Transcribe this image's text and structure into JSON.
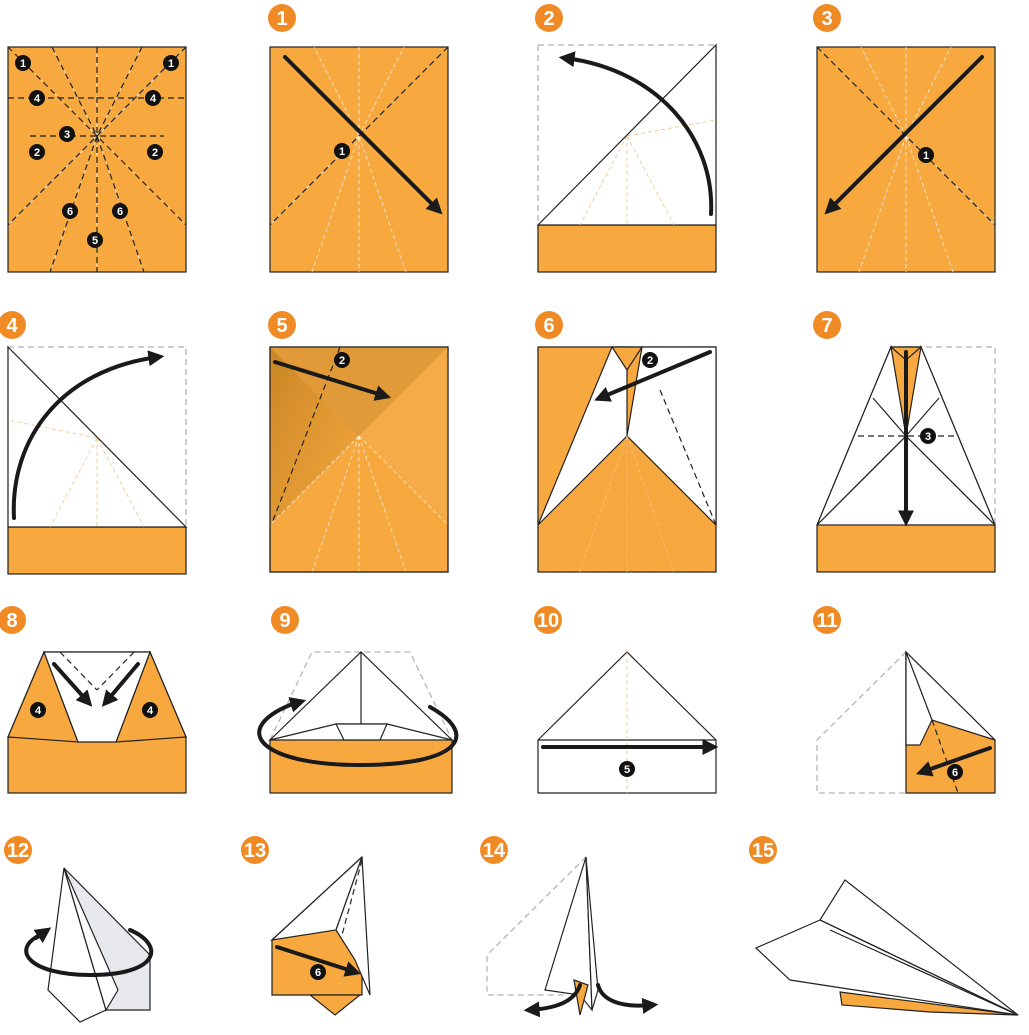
{
  "steps": [
    {
      "id": "0",
      "badge": ""
    },
    {
      "id": "1",
      "badge": "1"
    },
    {
      "id": "2",
      "badge": "2"
    },
    {
      "id": "3",
      "badge": "3"
    },
    {
      "id": "4",
      "badge": "4"
    },
    {
      "id": "5",
      "badge": "5"
    },
    {
      "id": "6",
      "badge": "6"
    },
    {
      "id": "7",
      "badge": "7"
    },
    {
      "id": "8",
      "badge": "8"
    },
    {
      "id": "9",
      "badge": "9"
    },
    {
      "id": "10",
      "badge": "10"
    },
    {
      "id": "11",
      "badge": "11"
    },
    {
      "id": "12",
      "badge": "12"
    },
    {
      "id": "13",
      "badge": "13"
    },
    {
      "id": "14",
      "badge": "14"
    },
    {
      "id": "15",
      "badge": "15"
    }
  ],
  "crease_refs": {
    "r1": "1",
    "r2": "2",
    "r3": "3",
    "r4": "4",
    "r5": "5",
    "r6": "6"
  },
  "colors": {
    "paper_orange": "#f7a93f",
    "paper_white": "#ffffff",
    "badge_orange": "#f08a24",
    "arrow_black": "#1a1a1a"
  }
}
